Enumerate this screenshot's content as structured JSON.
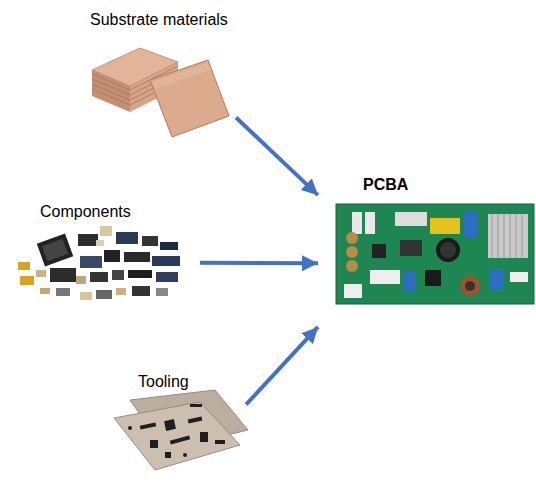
{
  "diagram": {
    "nodes": [
      {
        "text": [
          "Substrate materials"
        ]
      },
      {
        "text": [
          "Components"
        ]
      },
      {
        "text": [
          "Tooling"
        ]
      },
      {
        "text": [
          "PCBA"
        ]
      }
    ],
    "edges": [
      {
        "from": 0,
        "to": 3,
        "arrow": "to"
      },
      {
        "from": 1,
        "to": 3,
        "arrow": "to"
      },
      {
        "from": 2,
        "to": 3,
        "arrow": "to"
      }
    ]
  }
}
